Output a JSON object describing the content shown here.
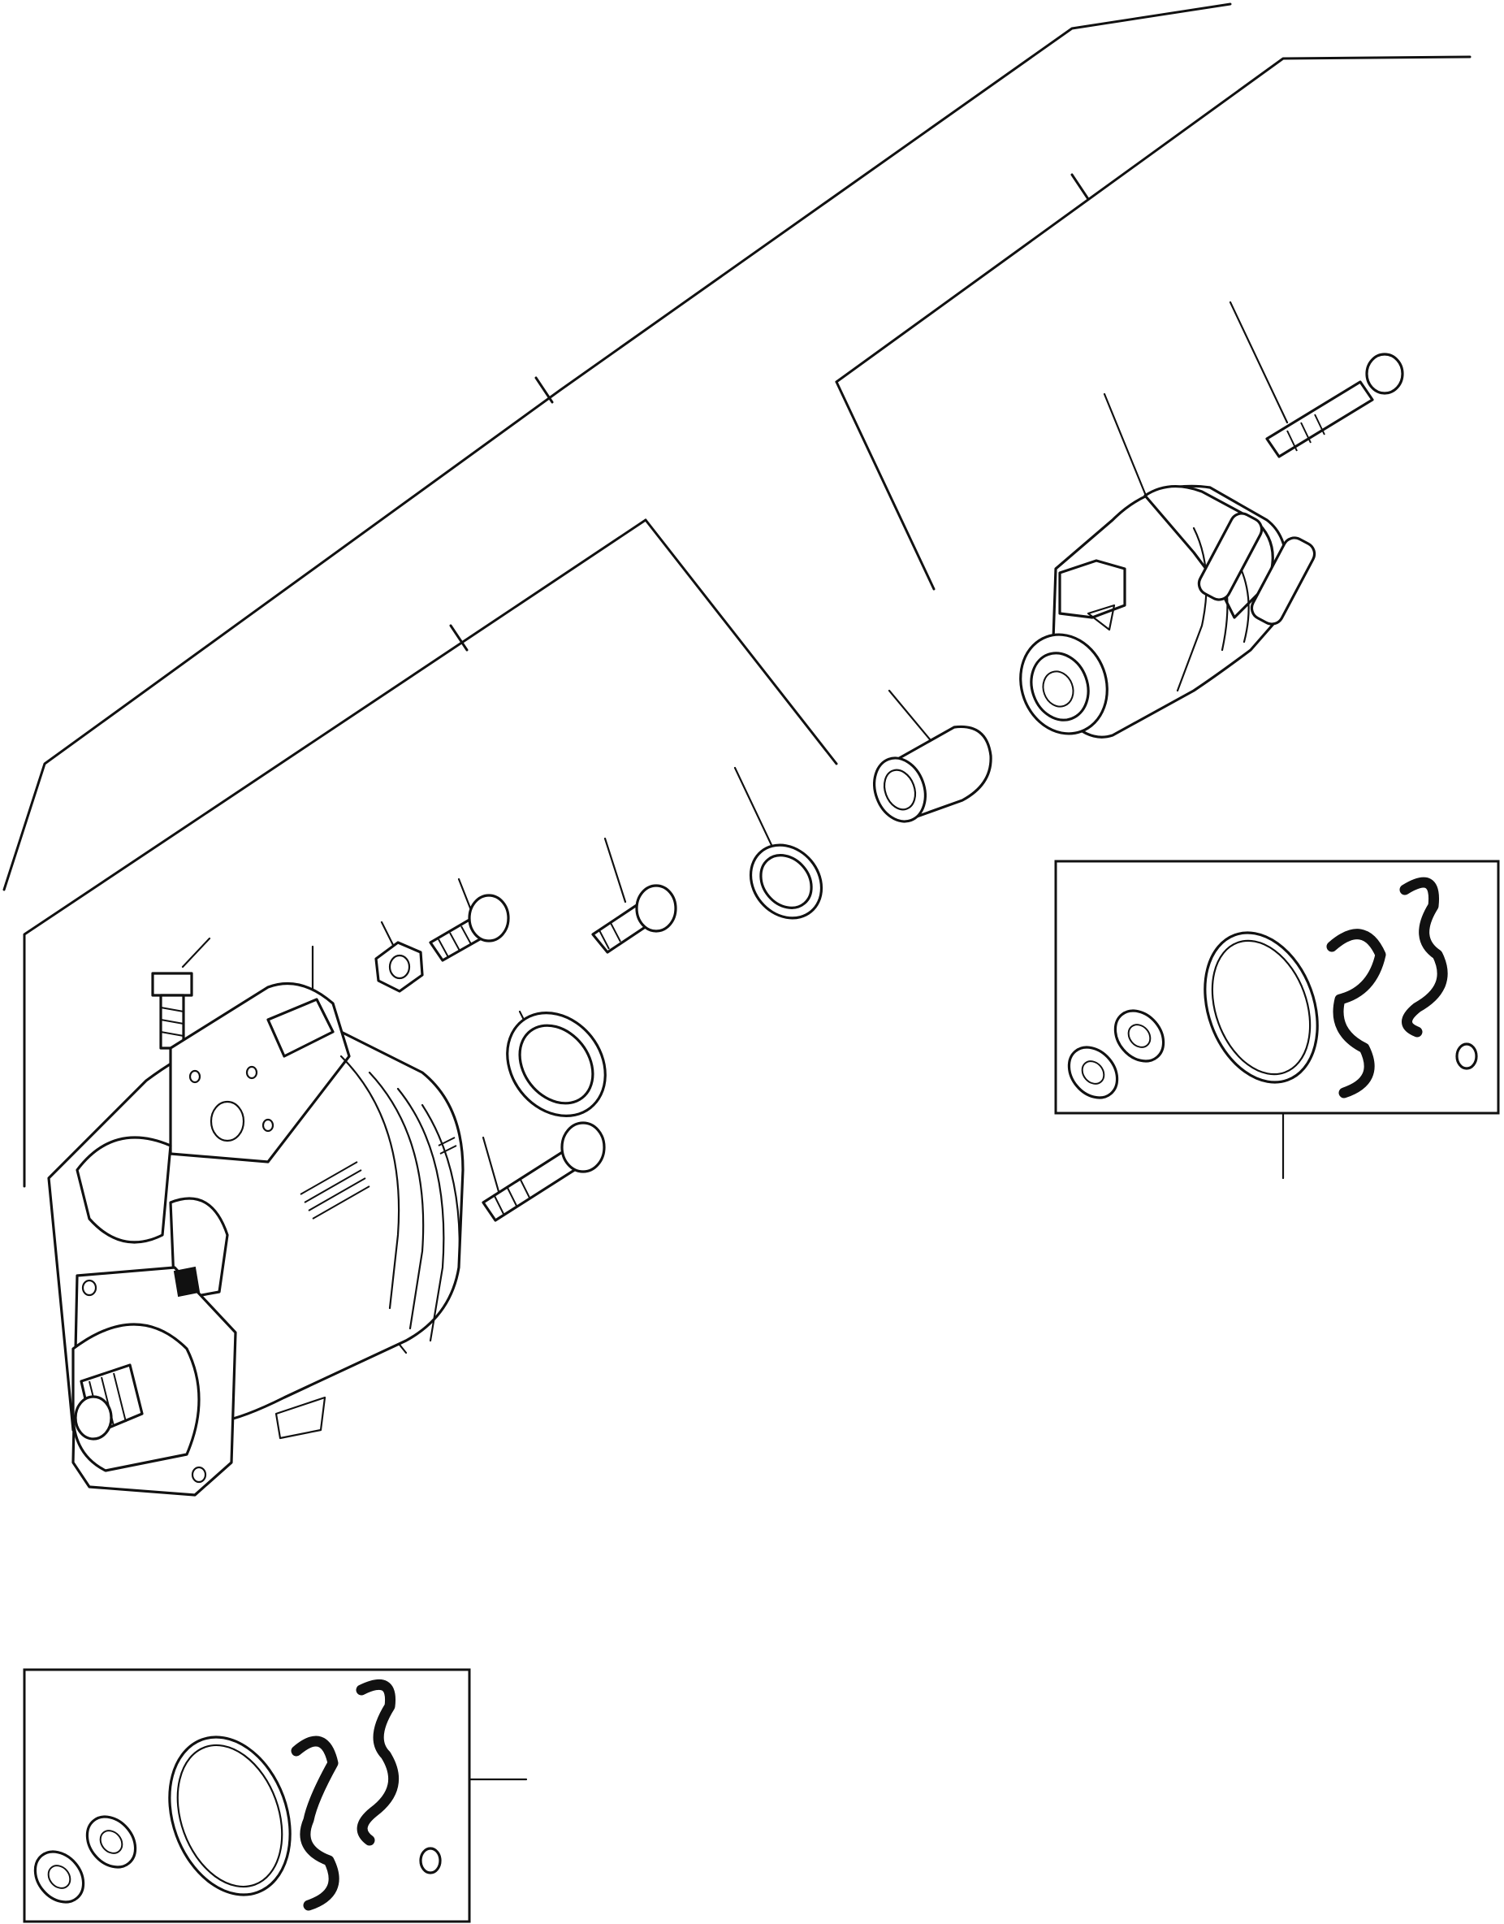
{
  "diagram": {
    "kind": "exploded parts drawing",
    "parts": [
      {
        "name": "main-pump-housing-assembly"
      },
      {
        "name": "rear-pump-section"
      },
      {
        "name": "coupling-sleeve"
      },
      {
        "name": "large-o-ring"
      },
      {
        "name": "small-o-ring"
      },
      {
        "name": "long-cap-screw-upper"
      },
      {
        "name": "long-cap-screw-lower"
      },
      {
        "name": "short-cap-screw"
      },
      {
        "name": "shoulder-bolt"
      },
      {
        "name": "hex-nut"
      },
      {
        "name": "plug-bolt"
      }
    ],
    "seal_kits": [
      {
        "name": "seal-kit-rear-pump"
      },
      {
        "name": "seal-kit-main-pump"
      }
    ]
  }
}
